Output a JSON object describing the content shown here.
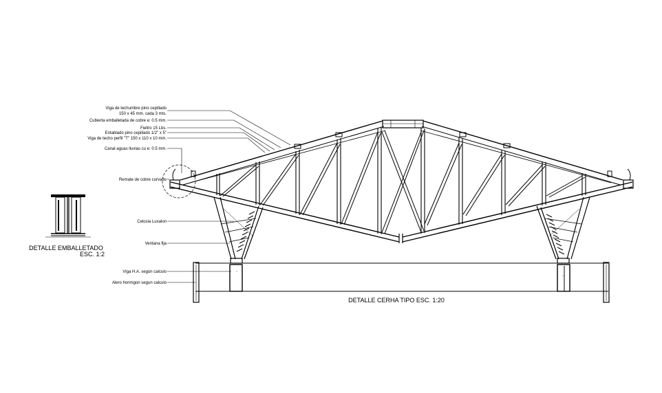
{
  "labels": {
    "l1": "Viga de techumbre pino cepillado",
    "l2": "150 x 45 mm. cada 3 mts.",
    "l3": "Cubierta emballetada de cobre e: 0.5 mm.",
    "l4": "Fieltro 15 Lbs.",
    "l5": "Entablado pino cepillado 1/2\" x 5\"",
    "l6": "Viga de techo perfil \"T\" 150 x 110 x 10 mm.",
    "l7": "Canal aguas lluvias cu e: 0.5 mm.",
    "l8": "Remate de cobre curvado",
    "l9": "Celosia Luxalon",
    "l10": "Ventana fija",
    "l11": "Viga H.A. según calculo",
    "l12": "Alero hormigon segun calculo"
  },
  "titles": {
    "detail_title": "DETALLE EMBALLETADO",
    "detail_scale": "ESC. 1:2",
    "main_title": "DETALLE CERHA TIPO ESC. 1:20"
  }
}
